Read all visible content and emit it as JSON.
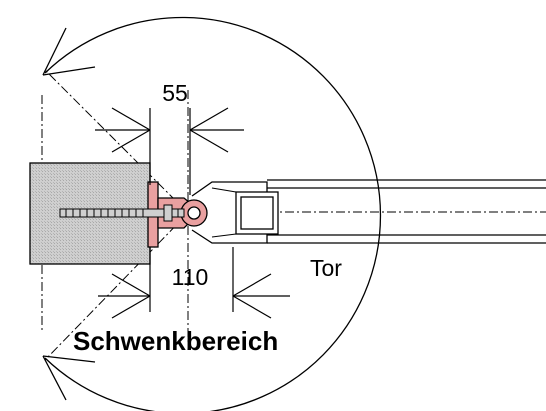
{
  "labels": {
    "dim_top": "55",
    "dim_bottom": "110",
    "gate": "Tor",
    "swing_area": "Schwenkbereich"
  },
  "colors": {
    "line": "#000000",
    "wall_fill": "#c8c8c8",
    "plate_fill": "#e9a0a0",
    "bolt_fill": "#cfcfcf"
  }
}
